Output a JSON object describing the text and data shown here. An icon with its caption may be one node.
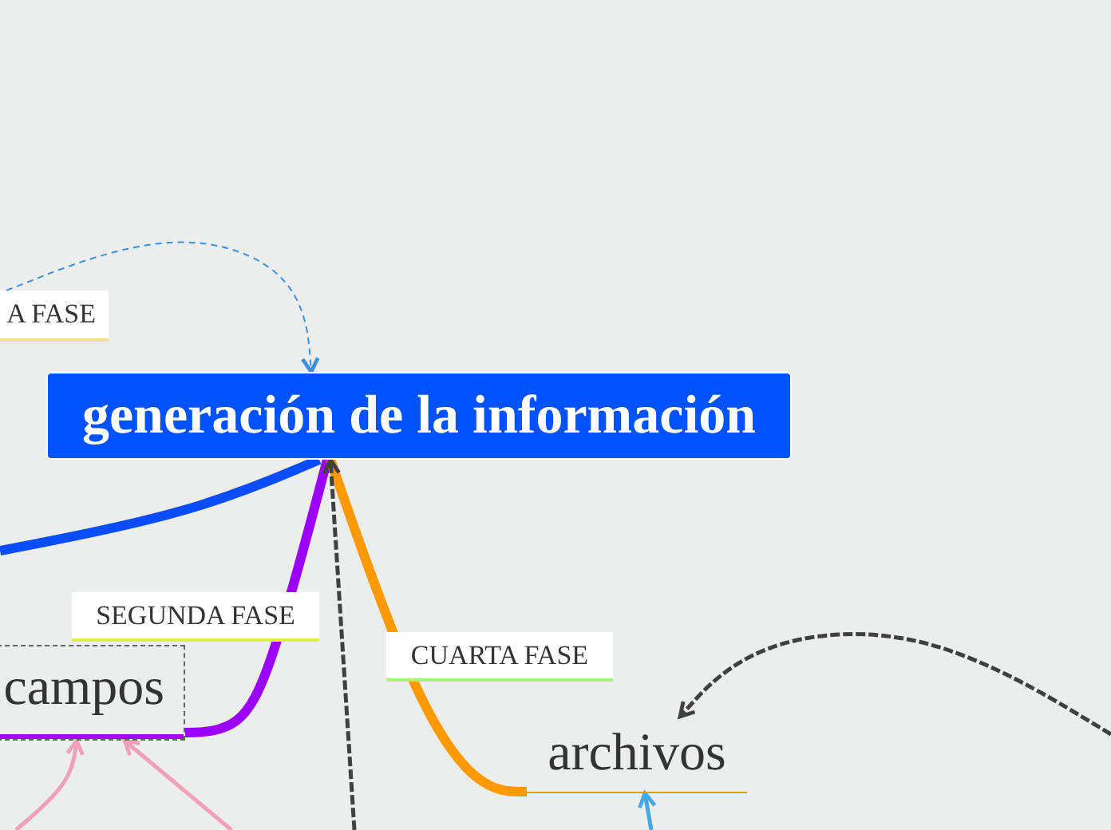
{
  "diagram": {
    "nodes": [
      {
        "text": [
          "A FASE"
        ]
      },
      {
        "text": [
          "generación de la información"
        ]
      },
      {
        "text": [
          "campos"
        ]
      },
      {
        "text": [
          "archivos"
        ]
      }
    ],
    "edges": [
      {
        "from": 1,
        "to": null,
        "arrow": "none",
        "style": "thick",
        "color": "#0a4cff"
      },
      {
        "from": 1,
        "to": 2,
        "arrow": "none",
        "label": "SEGUNDA FASE",
        "style": "thick",
        "color": "#9b00ff"
      },
      {
        "from": 1,
        "to": 3,
        "arrow": "none",
        "label": "CUARTA FASE",
        "style": "thick",
        "color": "#ff9900"
      },
      {
        "from": 0,
        "to": 1,
        "arrow": "to",
        "style": "dashed",
        "color": "#3d8fe0"
      },
      {
        "from": null,
        "to": 1,
        "arrow": "to",
        "style": "dashed",
        "color": "#404040"
      },
      {
        "from": null,
        "to": 2,
        "arrow": "to",
        "color": "#f0a0b8"
      },
      {
        "from": null,
        "to": 2,
        "arrow": "to",
        "color": "#f0a0b8"
      },
      {
        "from": null,
        "to": 3,
        "arrow": "to",
        "style": "dashed",
        "color": "#404040"
      },
      {
        "from": null,
        "to": 3,
        "arrow": "to",
        "color": "#45a8e0"
      }
    ]
  }
}
